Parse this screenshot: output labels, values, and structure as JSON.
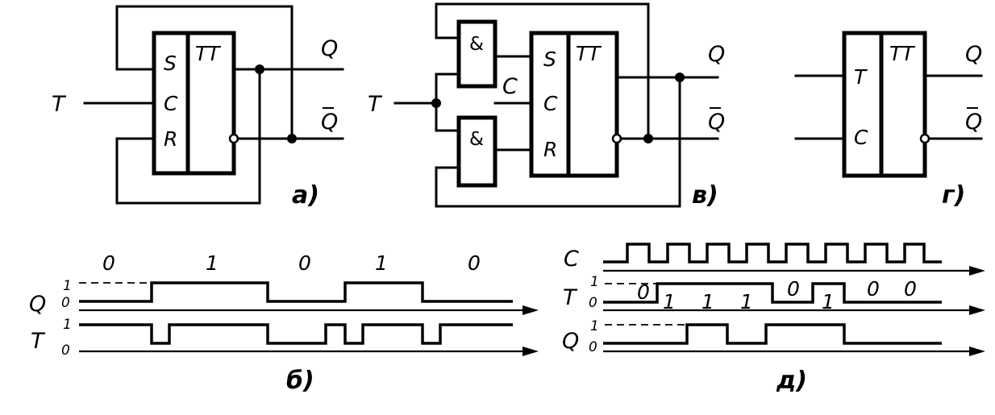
{
  "captions": {
    "a": "а)",
    "b": "б)",
    "v": "в)",
    "g": "г)",
    "d": "д)"
  },
  "trigger_label": "TT",
  "gate_label": "&",
  "pins": {
    "S": "S",
    "C": "C",
    "R": "R",
    "T": "T"
  },
  "signals": {
    "T": "T",
    "Q": "Q",
    "Qbar": "Q",
    "C": "C"
  },
  "levels": {
    "high": "1",
    "low": "0"
  },
  "diagram_b": {
    "q_states": [
      "0",
      "1",
      "0",
      "1",
      "0"
    ]
  },
  "diagram_d": {
    "t_values": [
      "0",
      "1",
      "1",
      "1",
      "0",
      "1",
      "0",
      "0"
    ]
  }
}
